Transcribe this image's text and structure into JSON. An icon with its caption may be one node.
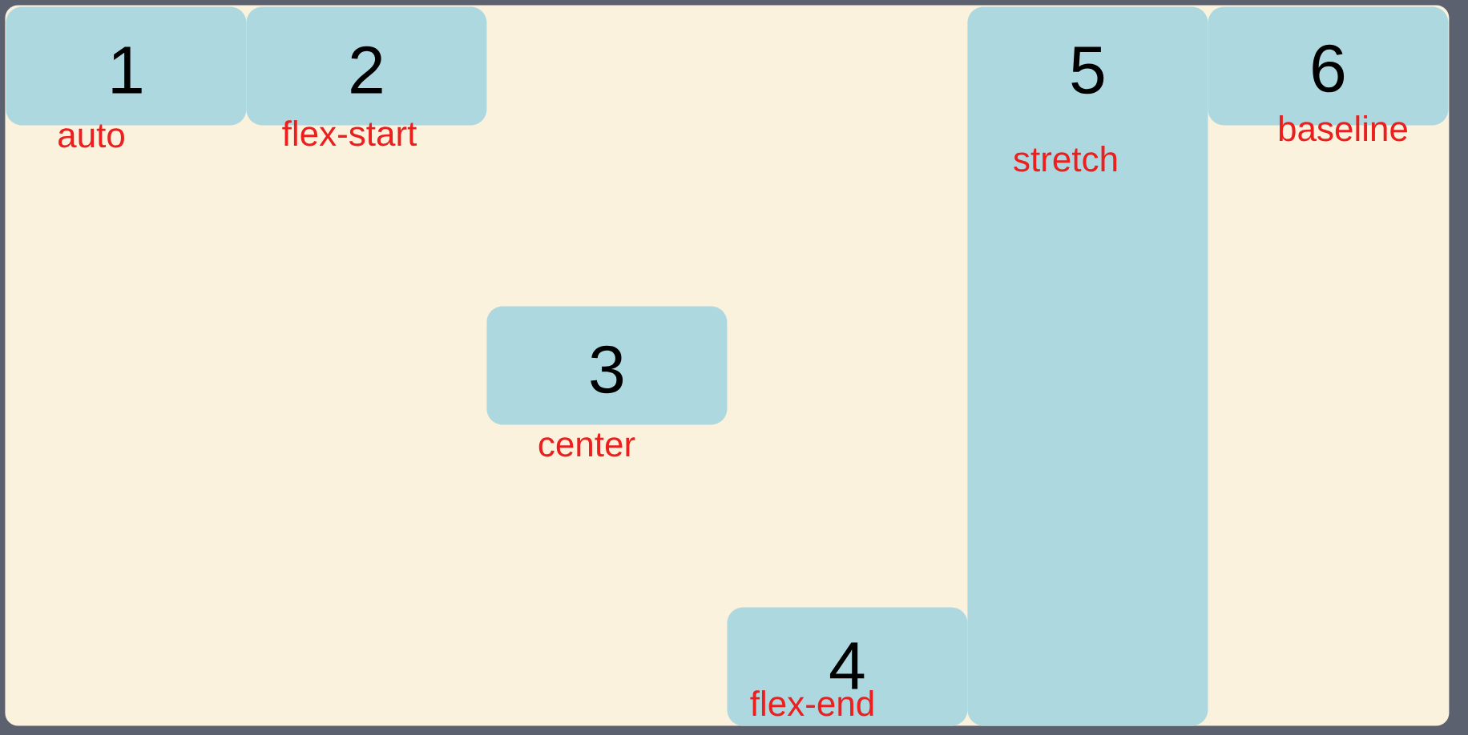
{
  "diagram": {
    "nodes": [
      {
        "text": [],
        "shape": "box"
      },
      {
        "text": [
          "1"
        ],
        "beside": [
          "auto"
        ],
        "in": 0
      },
      {
        "text": [
          "2"
        ],
        "beside": [
          "flex-start"
        ],
        "in": 0
      },
      {
        "text": [
          "3"
        ],
        "beside": [
          "center"
        ],
        "in": 0
      },
      {
        "text": [
          "4",
          "flex-end"
        ],
        "in": 0
      },
      {
        "text": [
          "5",
          "stretch"
        ],
        "in": 0
      },
      {
        "text": [
          "6"
        ],
        "beside": [
          "baseline"
        ],
        "in": 0
      }
    ]
  }
}
